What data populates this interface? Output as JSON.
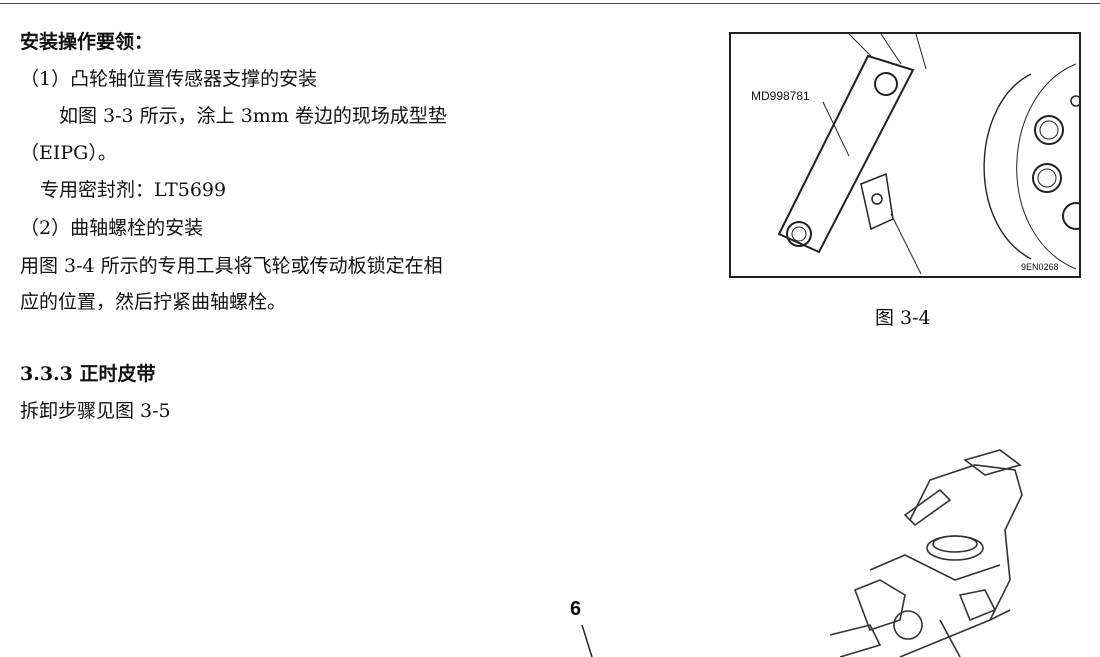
{
  "section": {
    "heading": "安装操作要领：",
    "items": [
      "（1）凸轮轴位置传感器支撑的安装",
      "　如图 3-3 所示，涂上 3mm 卷边的现场成型垫",
      "（EIPG）。",
      " 专用密封剂：LT5699",
      "（2）曲轴螺栓的安装",
      "用图 3-4 所示的专用工具将飞轮或传动板锁定在相",
      "应的位置，然后拧紧曲轴螺栓。"
    ]
  },
  "subsection": {
    "title": "3.3.3 正时皮带",
    "body": "拆卸步骤见图 3-5"
  },
  "figure_3_4": {
    "caption": "图 3-4",
    "tool_label": "MD998781",
    "code": "9EN0268"
  },
  "figure_3_5": {
    "callout": "6"
  }
}
